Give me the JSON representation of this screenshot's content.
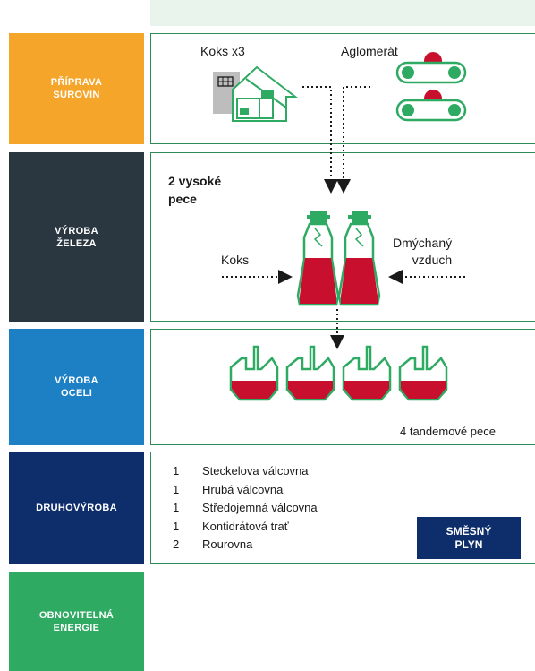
{
  "stages": [
    {
      "line1": "PŘÍPRAVA",
      "line2": "SUROVIN",
      "color": "#f5a52a"
    },
    {
      "line1": "VÝROBA",
      "line2": "ŽELEZA",
      "color": "#2b3740"
    },
    {
      "line1": "VÝROBA",
      "line2": "OCELI",
      "color": "#1d7fc4"
    },
    {
      "line1": "DRUHOVÝROBA",
      "line2": "",
      "color": "#0e2d6b"
    },
    {
      "line1": "OBNOVITELNÁ",
      "line2": "ENERGIE",
      "color": "#2eaa63"
    }
  ],
  "prep": {
    "coke_label": "Koks x3",
    "agglo_label": "Aglomerát"
  },
  "iron": {
    "furnaces_line1": "2 vysoké",
    "furnaces_line2": "pece",
    "coke_label": "Koks",
    "air_line1": "Dmýchaný",
    "air_line2": "vzduch"
  },
  "steel": {
    "furnaces_label": "4 tandemové pece"
  },
  "secondary": {
    "items": [
      {
        "count": "1",
        "name": "Steckelova válcovna"
      },
      {
        "count": "1",
        "name": "Hrubá válcovna"
      },
      {
        "count": "1",
        "name": "Středojemná válcovna"
      },
      {
        "count": "1",
        "name": "Kontidrátová trať"
      },
      {
        "count": "2",
        "name": "Rourovna"
      }
    ],
    "gas_line1": "SMĚSNÝ",
    "gas_line2": "PLYN"
  },
  "colors": {
    "green": "#2eaa63",
    "red": "#c8102e",
    "dark": "#1a1a1a"
  }
}
